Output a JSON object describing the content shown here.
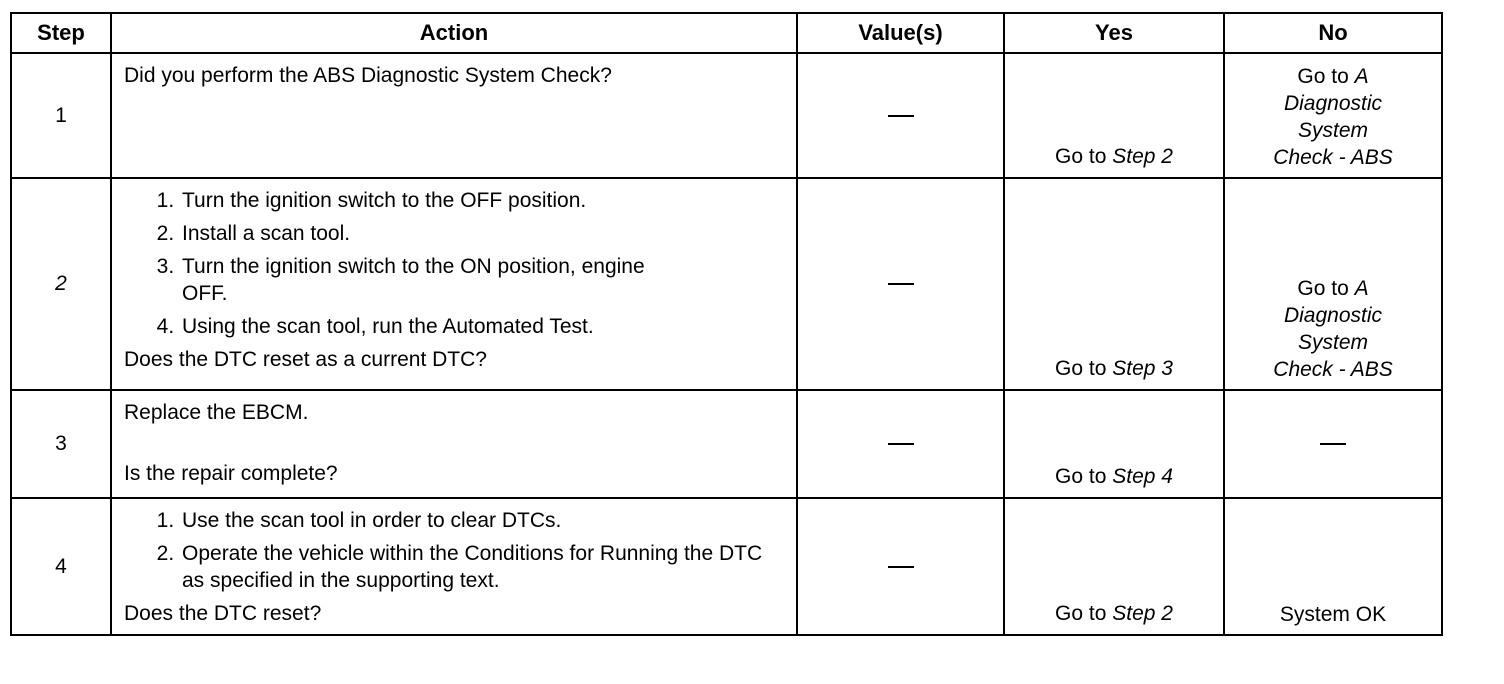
{
  "headers": {
    "step": "Step",
    "action": "Action",
    "values": "Value(s)",
    "yes": "Yes",
    "no": "No"
  },
  "rows": [
    {
      "step": "1",
      "question": "Did you perform the ABS Diagnostic System Check?",
      "value": "—",
      "yes_prefix": "Go to ",
      "yes_ref": "Step 2",
      "no_prefix": "Go to ",
      "no_ref_lines": [
        "A",
        "Diagnostic",
        "System",
        "Check - ABS"
      ]
    },
    {
      "step": "2",
      "steps": [
        "Turn the ignition switch to the OFF position.",
        "Install a scan tool.",
        "Turn the ignition switch to the ON position, engine OFF.",
        "Using the scan tool, run the Automated Test."
      ],
      "question": "Does the DTC reset as a current DTC?",
      "value": "—",
      "yes_prefix": "Go to ",
      "yes_ref": "Step 3",
      "no_prefix": "Go to ",
      "no_ref_lines": [
        "A",
        "Diagnostic",
        "System",
        "Check - ABS"
      ]
    },
    {
      "step": "3",
      "instruction": "Replace the EBCM.",
      "question": "Is the repair complete?",
      "value": "—",
      "yes_prefix": "Go to ",
      "yes_ref": "Step 4",
      "no": "—"
    },
    {
      "step": "4",
      "steps": [
        "Use the scan tool in order to clear DTCs.",
        "Operate the vehicle within the Conditions for Running the DTC as specified in the supporting text."
      ],
      "question": "Does the DTC reset?",
      "value": "—",
      "yes_prefix": "Go to ",
      "yes_ref": "Step 2",
      "no": "System OK"
    }
  ]
}
